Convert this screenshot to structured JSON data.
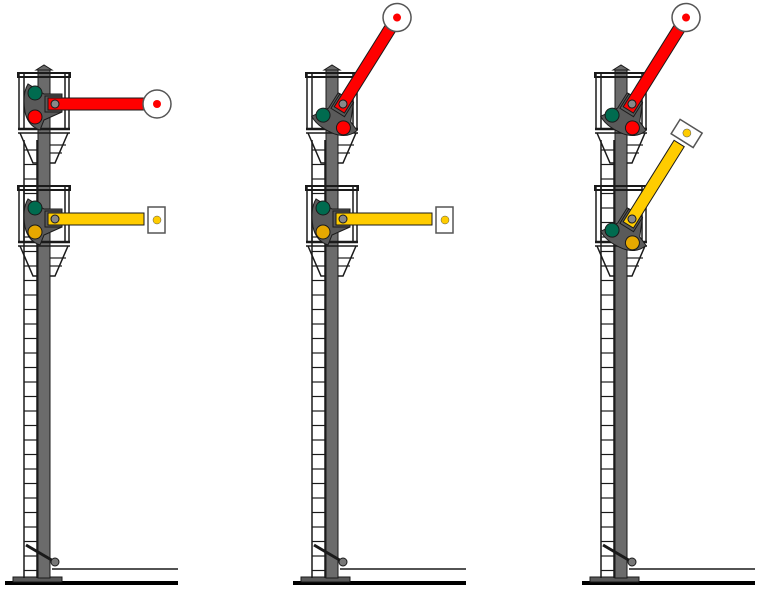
{
  "colors": {
    "mast": "#6b6b6b",
    "outline": "#1a1a1a",
    "red_arm": "#ff0000",
    "yellow_arm": "#ffcc00",
    "green_lamp": "#006b4f",
    "red_lamp": "#ff0000",
    "yellow_lamp": "#e6a800",
    "disc": "#ffffff"
  },
  "signals": [
    {
      "name": "signal-stop",
      "upper_arm_raised_deg": 0,
      "lower_arm_raised_deg": 0
    },
    {
      "name": "signal-proceed",
      "upper_arm_raised_deg": 58,
      "lower_arm_raised_deg": 0
    },
    {
      "name": "signal-proceed-caution",
      "upper_arm_raised_deg": 58,
      "lower_arm_raised_deg": 58
    }
  ]
}
